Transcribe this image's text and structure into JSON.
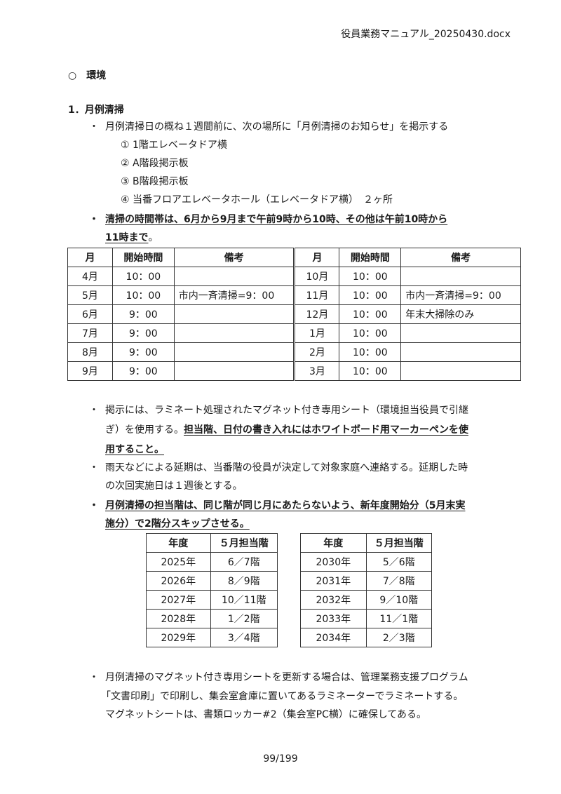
{
  "header": "役員業務マニュアル_20250430.docx",
  "section_title": "○　環境",
  "subsection_title": "1．月例清掃",
  "bullet_char": "・",
  "bullet1": "月例清掃日の概ね１週間前に、次の場所に「月例清掃のお知らせ」を掲示する",
  "places": [
    "①  1階エレベータドア横",
    "②  A階段掲示板",
    "③  B階段掲示板",
    "④  当番フロアエレベータホール（エレベータドア横）　２ヶ所"
  ],
  "bullet2_line1": "清掃の時間帯は、6月から9月まで午前9時から10時、その他は午前10時から",
  "bullet2_line2_bold": "11時まで",
  "bullet2_line2_tail": "。",
  "schedule": {
    "headers": [
      "月",
      "開始時間",
      "備考",
      "月",
      "開始時間",
      "備考"
    ],
    "rows": [
      [
        "4月",
        "10：00",
        "",
        "10月",
        "10：00",
        ""
      ],
      [
        "5月",
        "10：00",
        "市内一斉清掃=9：00",
        "11月",
        "10：00",
        "市内一斉清掃=9：00"
      ],
      [
        "6月",
        "9：00",
        "",
        "12月",
        "10：00",
        "年末大掃除のみ"
      ],
      [
        "7月",
        "9：00",
        "",
        "1月",
        "10：00",
        ""
      ],
      [
        "8月",
        "9：00",
        "",
        "2月",
        "10：00",
        ""
      ],
      [
        "9月",
        "9：00",
        "",
        "3月",
        "10：00",
        ""
      ]
    ]
  },
  "bullet3_line1": "掲示には、ラミネート処理されたマグネット付き専用シート（環境担当役員で引継",
  "bullet3_line2_plain": "ぎ）を使用する。",
  "bullet3_line2_bold": "担当階、日付の書き入れにはホワイトボード用マーカーペンを使",
  "bullet3_line3_bold": "用すること。",
  "bullet4_line1": "雨天などによる延期は、当番階の役員が決定して対象家庭へ連絡する。延期した時",
  "bullet4_line2": "の次回実施日は１週後とする。",
  "bullet5_line1": "月例清掃の担当階は、同じ階が同じ月にあたらないよう、新年度開始分（5月末実",
  "bullet5_line2": "施分）で2階分スキップさせる。",
  "floors": {
    "headers": [
      "年度",
      "５月担当階"
    ],
    "left": [
      [
        "2025年",
        "6／7階"
      ],
      [
        "2026年",
        "8／9階"
      ],
      [
        "2027年",
        "10／11階"
      ],
      [
        "2028年",
        "1／2階"
      ],
      [
        "2029年",
        "3／4階"
      ]
    ],
    "right": [
      [
        "2030年",
        "5／6階"
      ],
      [
        "2031年",
        "7／8階"
      ],
      [
        "2032年",
        "9／10階"
      ],
      [
        "2033年",
        "11／1階"
      ],
      [
        "2034年",
        "2／3階"
      ]
    ]
  },
  "bullet6_line1": "月例清掃のマグネット付き専用シートを更新する場合は、管理業務支援プログラム",
  "bullet6_line2": "「文書印刷」で印刷し、集会室倉庫に置いてあるラミネーターでラミネートする。",
  "bullet6_line3": "マグネットシートは、書類ロッカー#2（集会室PC横）に確保してある。",
  "page_number": "99/199"
}
